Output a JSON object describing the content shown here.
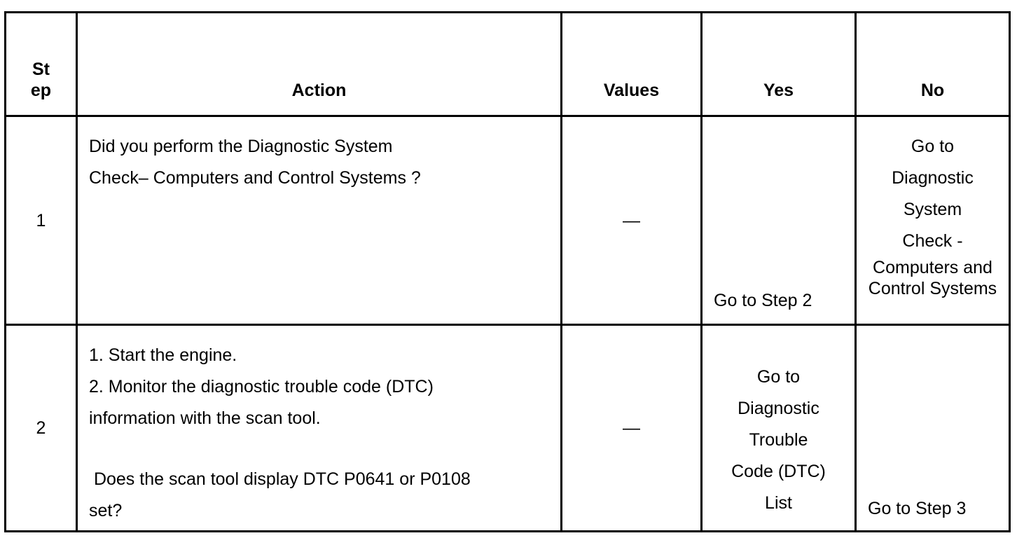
{
  "header": {
    "step_line1": "St",
    "step_line2": "ep",
    "action": "Action",
    "values": "Values",
    "yes": "Yes",
    "no": "No"
  },
  "rows": [
    {
      "step": "1",
      "action_lines": [
        "Did you perform the Diagnostic System",
        "Check– Computers and Control Systems ?"
      ],
      "values": "—",
      "yes": "Go to Step 2",
      "no_lines": [
        "Go to",
        "Diagnostic",
        "System",
        "Check -",
        "Computers and",
        "Control Systems"
      ]
    },
    {
      "step": "2",
      "action_lines": [
        "1.   Start the engine.",
        "2.   Monitor the diagnostic trouble code (DTC)",
        "information with the scan tool."
      ],
      "action_question_lines": [
        " Does the scan tool display DTC P0641 or P0108",
        "set?"
      ],
      "values": "—",
      "yes_lines": [
        "Go to",
        "Diagnostic",
        "Trouble",
        "Code (DTC)",
        "List"
      ],
      "no": "Go to Step 3"
    }
  ]
}
